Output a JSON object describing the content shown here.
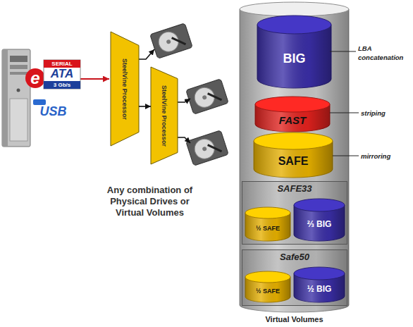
{
  "diagram": {
    "nodes": [
      {
        "text": [
          "SteelVine Processor"
        ]
      },
      {
        "text": [
          "SteelVine Processor"
        ]
      },
      {
        "text": [
          "Virtual Volumes"
        ]
      },
      {
        "text": [
          "BIG"
        ],
        "in": 2
      },
      {
        "text": [
          "FAST"
        ],
        "in": 2
      },
      {
        "text": [
          "SAFE"
        ],
        "in": 2
      },
      {
        "text": [
          "SAFE33"
        ],
        "in": 2
      },
      {
        "text": [
          "½ SAFE"
        ],
        "in": 6
      },
      {
        "text": [
          "⅔ BIG"
        ],
        "in": 6
      },
      {
        "text": [
          "Safe50"
        ],
        "in": 2
      },
      {
        "text": [
          "½ SAFE"
        ],
        "in": 9
      },
      {
        "text": [
          "½ BIG"
        ],
        "in": 9
      }
    ],
    "edges": [
      {
        "from": 0,
        "to": 1,
        "arrow": "to"
      }
    ],
    "labels": [
      "e",
      "SERIAL",
      "ATA",
      "3 Gb/s",
      "USB",
      "Any combination of Physical Drives or Virtual Volumes",
      "LBA concatenation",
      "striping",
      "mirroring"
    ]
  }
}
